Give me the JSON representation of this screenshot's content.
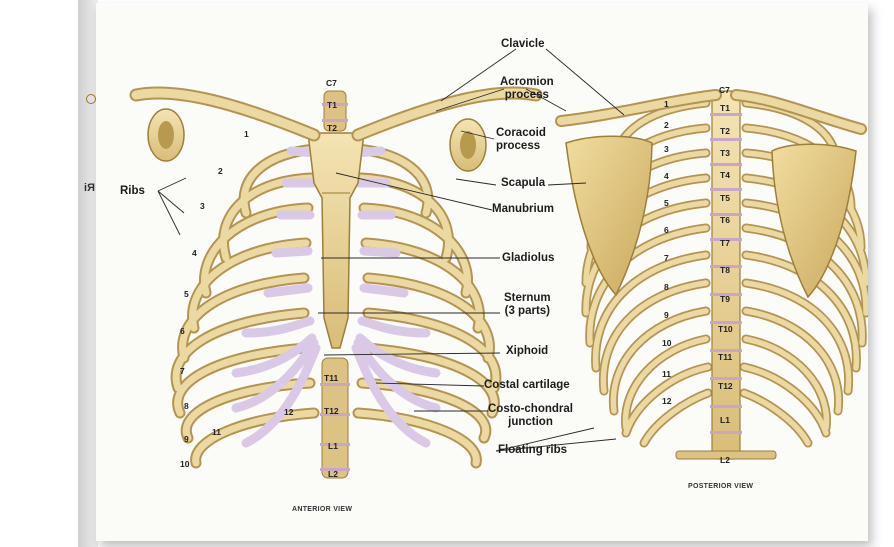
{
  "labels": {
    "clavicle": "Clavicle",
    "acromion": "Acromion\nprocess",
    "coracoid": "Coracoid\nprocess",
    "scapula": "Scapula",
    "manubrium": "Manubrium",
    "gladiolus": "Gladiolus",
    "sternum": "Sternum\n(3 parts)",
    "xiphoid": "Xiphoid",
    "costal_cartilage": "Costal cartilage",
    "costo_chondral": "Costo-chondral\njunction",
    "floating_ribs": "Floating ribs",
    "ribs": "Ribs",
    "side_text": "Ri"
  },
  "vertebrae_anterior": [
    "C7",
    "T1",
    "T2",
    "T11",
    "T12",
    "L1",
    "L2"
  ],
  "vertebrae_posterior": [
    "C7",
    "T1",
    "T2",
    "T3",
    "T4",
    "T5",
    "T6",
    "T7",
    "T8",
    "T9",
    "T10",
    "T11",
    "T12",
    "L1",
    "L2"
  ],
  "rib_numbers": [
    "1",
    "2",
    "3",
    "4",
    "5",
    "6",
    "7",
    "8",
    "9",
    "10",
    "11",
    "12"
  ],
  "captions": {
    "anterior": "ANTERIOR VIEW",
    "posterior": "POSTERIOR VIEW"
  },
  "colors": {
    "bone": "#e9d49a",
    "bone_shadow": "#b89a4e",
    "cartilage": "#d9c9e6",
    "outline": "#8a6d2c"
  }
}
